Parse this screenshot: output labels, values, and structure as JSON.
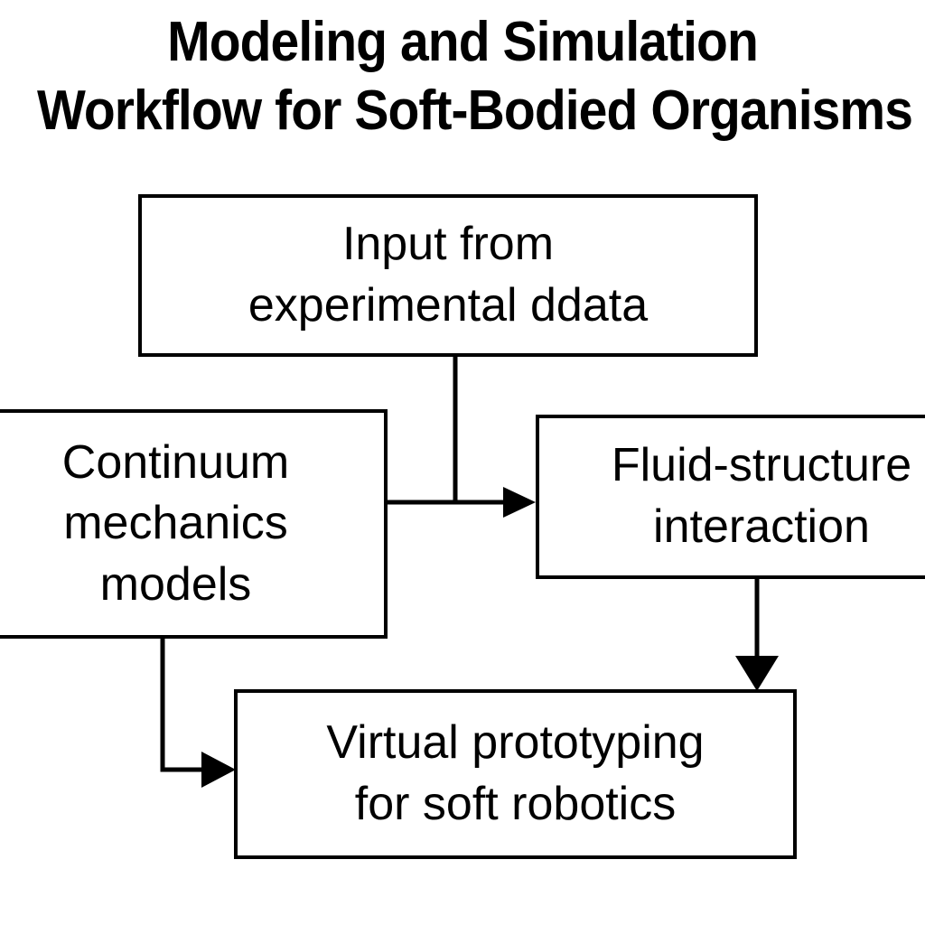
{
  "title": {
    "line1": "Modeling and Simulation",
    "line2": "Workflow for Soft-Bodied Organisms"
  },
  "colors": {
    "background": "#ffffff",
    "stroke": "#000000",
    "text": "#000000",
    "box_fill": "#ffffff"
  },
  "diagram": {
    "type": "flowchart",
    "nodes": [
      {
        "id": "input",
        "label": "Input from\nexperimental ddata",
        "shape": "rectangle"
      },
      {
        "id": "continuum",
        "label": "Continuum\nmechanics\nmodels",
        "shape": "rectangle"
      },
      {
        "id": "fsi",
        "label": "Fluid-structure\ninteraction",
        "shape": "rectangle"
      },
      {
        "id": "virtual",
        "label": "Virtual prototyping\nfor soft robotics",
        "shape": "rectangle"
      }
    ],
    "edges": [
      {
        "from": "input",
        "to": "fsi",
        "style": "orthogonal",
        "arrow": "right"
      },
      {
        "from": "continuum",
        "to": "fsi",
        "style": "orthogonal",
        "arrow": "right"
      },
      {
        "from": "fsi",
        "to": "virtual",
        "style": "orthogonal",
        "arrow": "down"
      },
      {
        "from": "continuum",
        "to": "virtual",
        "style": "orthogonal",
        "arrow": "right"
      }
    ]
  }
}
